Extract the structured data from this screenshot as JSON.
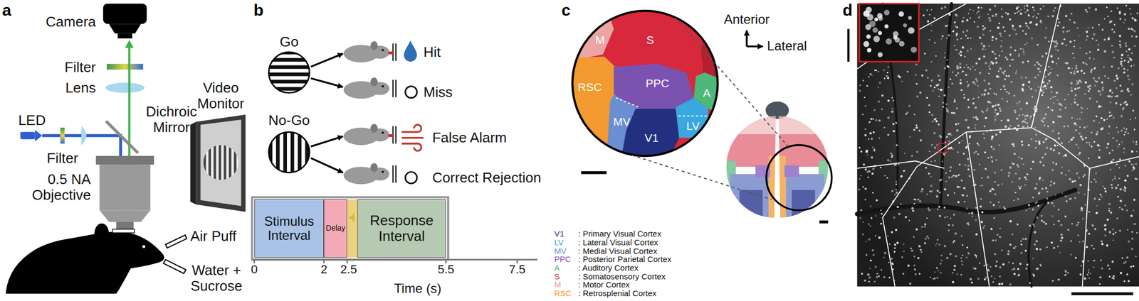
{
  "diagram": {
    "nodes": [
      {
        "text": [
          "Stimulus Interval"
        ]
      },
      {
        "text": [
          "Delay"
        ]
      },
      {
        "text": [
          "Response Interval"
        ]
      }
    ],
    "labels": [
      "a",
      "Camera",
      "Filter",
      "Lens",
      "Dichroic Mirror",
      "LED",
      "Filter",
      "0.5 NA Objective",
      "Video Monitor",
      "Air Puff",
      "Water + Sucrose",
      "b",
      "Go",
      "Hit",
      "Miss",
      "No-Go",
      "False Alarm",
      "Correct Rejection",
      "0",
      "2",
      "2.5",
      "5.5",
      "7.5",
      "Time (s)",
      "c",
      "M",
      "S",
      "RSC",
      "PPC",
      "MV",
      "V1",
      "LV",
      "A",
      "Anterior",
      "Lateral",
      "V1",
      ": Primary Visual Cortex",
      "LV",
      ": Lateral Visual Cortex",
      "MV",
      ": Medial Visual Cortex",
      "PPC",
      ": Posterior Parietal Cortex",
      "A",
      ": Auditory Cortex",
      "S",
      ": Somatosensory Cortex",
      "M",
      ": Motor Cortex",
      "RSC",
      ": Retrosplenial Cortex",
      "d"
    ]
  }
}
